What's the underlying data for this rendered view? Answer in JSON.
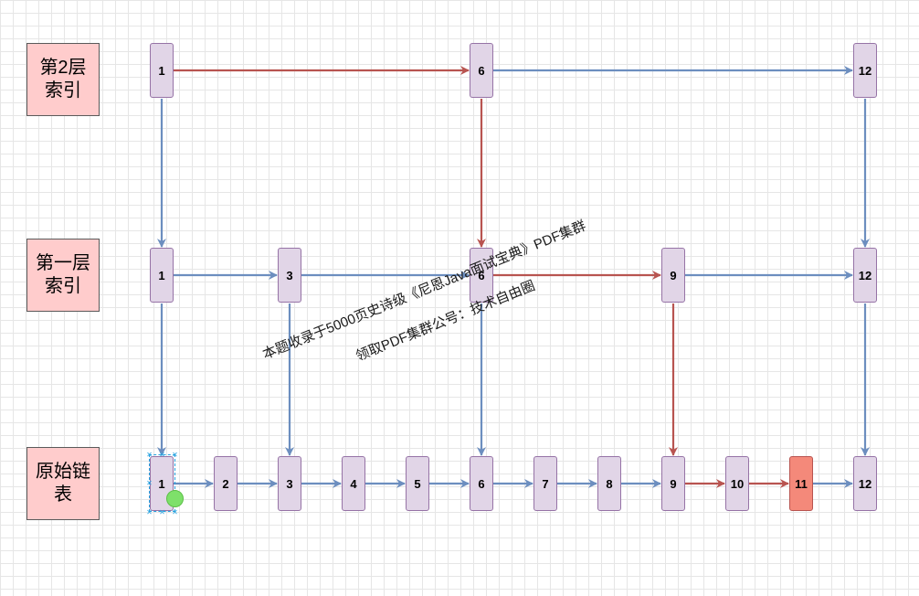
{
  "level_labels": {
    "level2": "第2层\n索引",
    "level1": "第一层\n索引",
    "base": "原始链\n表"
  },
  "nodes": {
    "level2": [
      "1",
      "6",
      "12"
    ],
    "level1": [
      "1",
      "3",
      "6",
      "9",
      "12"
    ],
    "base": [
      "1",
      "2",
      "3",
      "4",
      "5",
      "6",
      "7",
      "8",
      "9",
      "10",
      "11",
      "12"
    ]
  },
  "highlighted_node": "11",
  "watermark": {
    "line1": "本题收录于5000页史诗级《尼恩Java面试宝典》PDF集群",
    "line2": "领取PDF集群公号：技术自由圈"
  },
  "colors": {
    "node_fill": "#e1d5e7",
    "node_border": "#9673a6",
    "label_fill": "#ffcccc",
    "highlight_fill": "#f4897a",
    "blue_arrow": "#6c8ebf",
    "red_arrow": "#b85450",
    "grid": "#e6e6e6"
  }
}
